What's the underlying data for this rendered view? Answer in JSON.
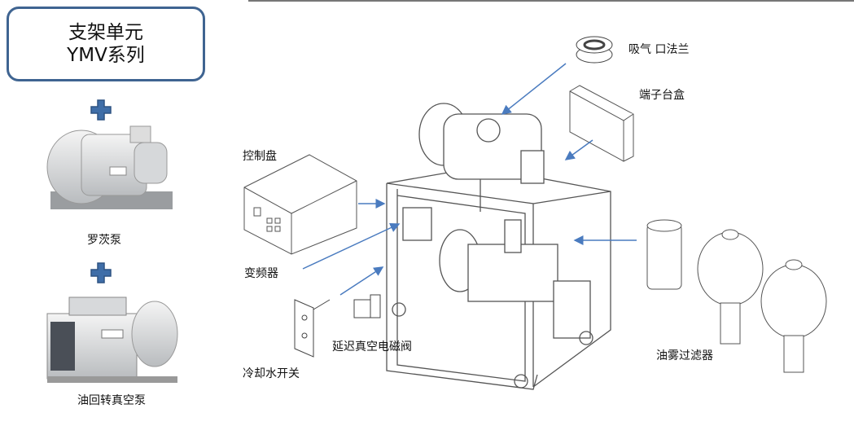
{
  "title_box": {
    "line1": "支架单元",
    "line2": "YMV系列"
  },
  "left_items": [
    {
      "label": "罗茨泵"
    },
    {
      "label": "油回转真空泵"
    }
  ],
  "components": {
    "inlet_flange": "吸气 口法兰",
    "terminal_box": "端子台盒",
    "control_panel": "控制盘",
    "inverter": "变频器",
    "delay_valve": "延迟真空电磁阀",
    "cooling_water_switch": "冷却水开关",
    "oil_mist_filter": "油雾过滤器"
  },
  "colors": {
    "accent": "#3f6491",
    "arrow": "#4a7bbf",
    "plus": "#3f6ea8"
  }
}
